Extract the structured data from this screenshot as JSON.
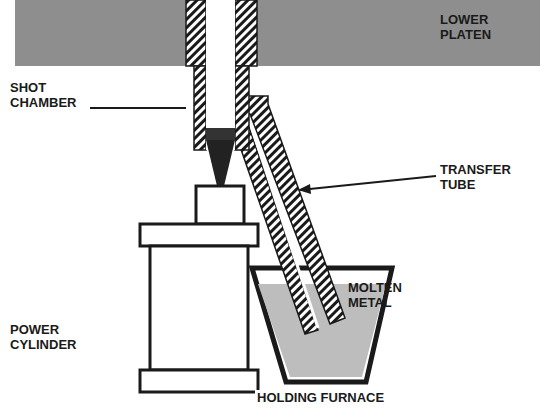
{
  "diagram": {
    "nodes": [
      {
        "text": [
          "LOWER PLATEN"
        ]
      },
      {
        "text": [
          "MOLTEN METAL",
          "HOLDING FURNACE"
        ]
      }
    ],
    "labels": [
      "SHOT CHAMBER",
      "TRANSFER TUBE",
      "POWER CYLINDER"
    ]
  }
}
